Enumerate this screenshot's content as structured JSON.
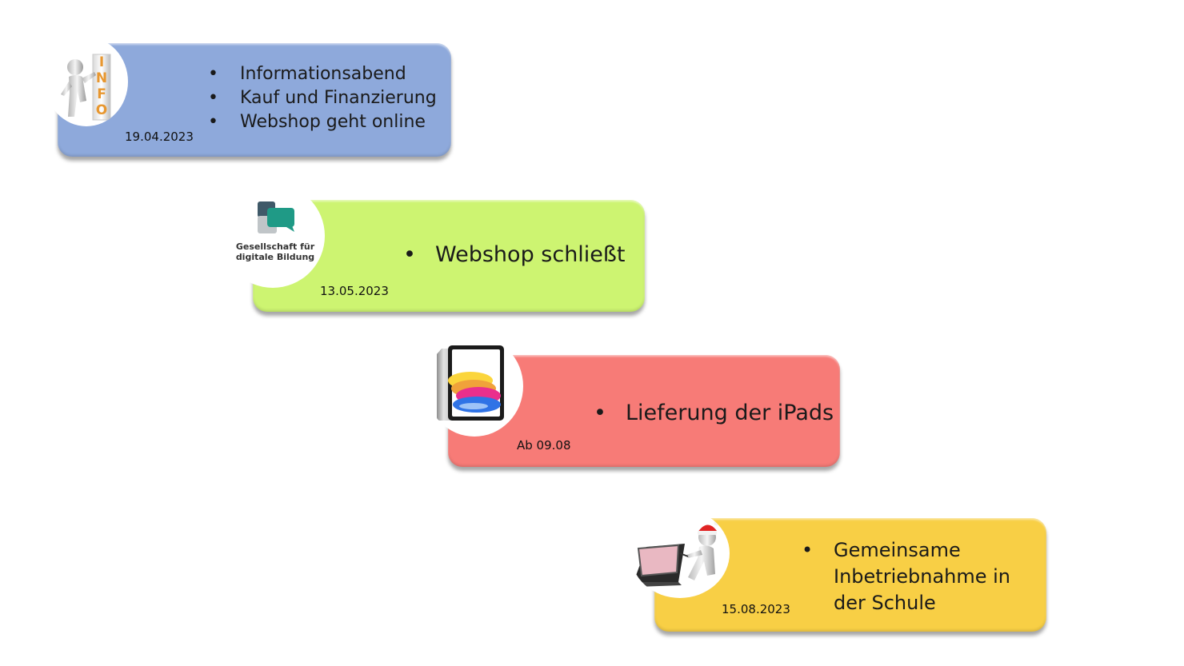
{
  "milestones": [
    {
      "date": "19.04.2023",
      "items": [
        "Informationsabend",
        "Kauf und Finanzierung",
        "Webshop geht online"
      ],
      "color": "#8ea9db"
    },
    {
      "date": "13.05.2023",
      "items": [
        "Webshop schließt"
      ],
      "color": "#cdf471",
      "logo_line1": "Gesellschaft für",
      "logo_line2": "digitale Bildung"
    },
    {
      "date": "Ab 09.08",
      "items": [
        "Lieferung der iPads"
      ],
      "color": "#f77b77"
    },
    {
      "date": "15.08.2023",
      "items": [
        "Gemeinsame Inbetriebnahme in der Schule"
      ],
      "color": "#f8cf45"
    }
  ],
  "icons": {
    "m1": "info-figure-icon",
    "m2": "gdb-logo-icon",
    "m3": "ipad-icon",
    "m4": "figure-with-tablet-icon"
  },
  "info_letters": [
    "I",
    "N",
    "F",
    "O"
  ]
}
